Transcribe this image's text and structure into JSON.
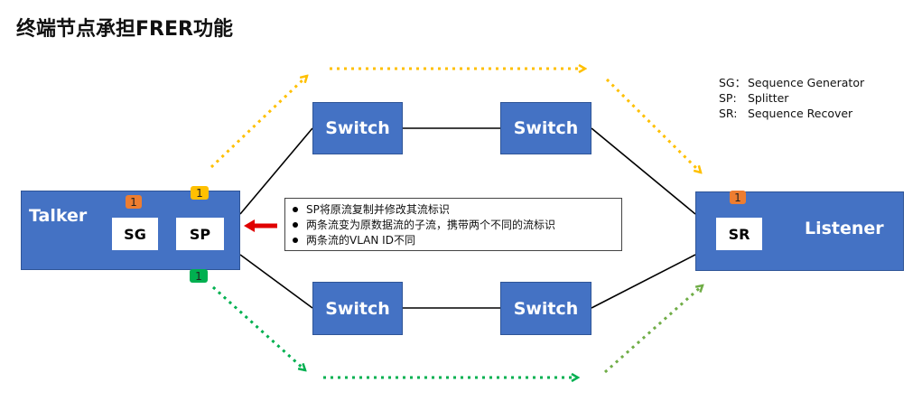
{
  "title": "终端节点承担FRER功能",
  "talker": {
    "label": "Talker",
    "sg_label": "SG",
    "sp_label": "SP",
    "badge_orange": "1",
    "badge_yellow": "1",
    "badge_green": "1"
  },
  "listener": {
    "label": "Listener",
    "sr_label": "SR",
    "badge_orange": "1"
  },
  "switches": {
    "top_left": "Switch",
    "top_right": "Switch",
    "bottom_left": "Switch",
    "bottom_right": "Switch"
  },
  "notes": [
    "SP将原流复制并修改其流标识",
    "两条流变为原数据流的子流，携带两个不同的流标识",
    "两条流的VLAN ID不同"
  ],
  "legend": [
    {
      "key": "SG：",
      "value": "Sequence Generator"
    },
    {
      "key": "SP:",
      "value": "Splitter"
    },
    {
      "key": "SR:",
      "value": "Sequence Recover"
    }
  ],
  "colors": {
    "box_fill": "#4472C4",
    "badge_orange": "#ED7D31",
    "badge_yellow": "#FFC000",
    "badge_green": "#00B050",
    "path_yellow": "#FFC000",
    "path_green": "#00B050",
    "arrow_red": "#E00000"
  }
}
